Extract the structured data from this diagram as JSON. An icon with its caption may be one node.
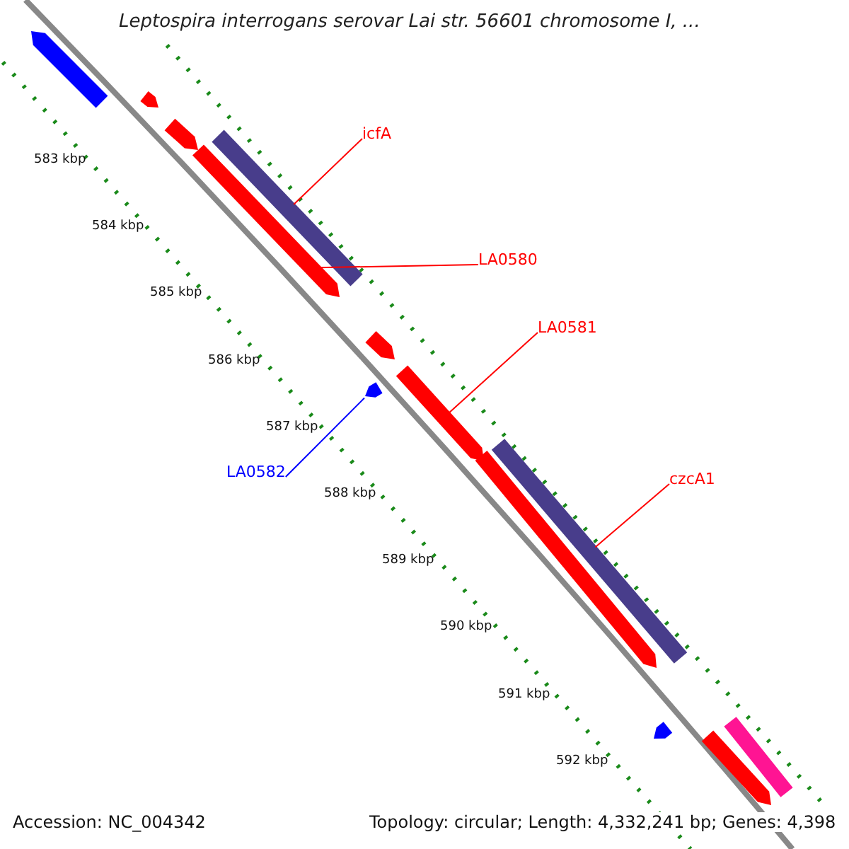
{
  "diagram": {
    "title": "Leptospira interrogans serovar Lai str. 56601 chromosome I, ...",
    "nodes": [
      {
        "text": [],
        "shape": "pentagon"
      },
      {
        "text": [],
        "shape": "pentagon"
      },
      {
        "text": [],
        "shape": "pentagon"
      },
      {
        "text": [
          "icfA"
        ]
      },
      {
        "text": [],
        "shape": "bar"
      },
      {
        "text": [
          "LA0580"
        ]
      },
      {
        "text": [],
        "shape": "pentagon"
      },
      {
        "text": [
          "LA0581"
        ]
      },
      {
        "text": [],
        "shape": "pentagon"
      },
      {
        "text": [],
        "shape": "pentagon"
      },
      {
        "text": [],
        "shape": "pentagon"
      },
      {
        "text": [
          "LA0582"
        ]
      },
      {
        "text": [
          "czcA1"
        ]
      },
      {
        "text": [],
        "shape": "bar"
      },
      {
        "text": [],
        "shape": "pentagon"
      },
      {
        "text": [],
        "shape": "pentagon"
      },
      {
        "text": [],
        "shape": "pentagon"
      },
      {
        "text": [],
        "shape": "bar"
      }
    ],
    "edges": [
      {
        "from": 3,
        "to": 4,
        "arrow": "none"
      },
      {
        "from": 5,
        "to": 6,
        "arrow": "none"
      },
      {
        "from": 7,
        "to": 9,
        "arrow": "none"
      },
      {
        "from": 12,
        "to": 13,
        "arrow": "none"
      },
      {
        "from": 11,
        "to": 10,
        "arrow": "none",
        "color": "#0000ff"
      }
    ],
    "labels": [
      "583 kbp",
      "584 kbp",
      "585 kbp",
      "586 kbp",
      "587 kbp",
      "588 kbp",
      "589 kbp",
      "590 kbp",
      "591 kbp",
      "592 kbp",
      "Accession: NC_004342",
      "Topology: circular; Length: 4,332,241 bp; Genes: 4,398"
    ]
  }
}
